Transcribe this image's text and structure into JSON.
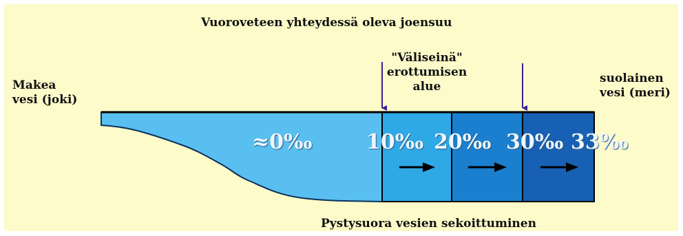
{
  "title": "Vuoroveteen yhteydessä oleva joensuu",
  "left_label": {
    "line1": "Makea",
    "line2": "vesi (joki)"
  },
  "right_label": {
    "line1": "suolainen",
    "line2": "vesi (meri)"
  },
  "middle_label": {
    "line1": "\"Väliseinä\"",
    "line2": "erottumisen",
    "line3": "alue"
  },
  "bottom_label": "Pystysuora vesien sekoittuminen",
  "salinity": [
    "≈0‰",
    "10‰",
    "20‰",
    "30‰",
    "33‰"
  ],
  "colors": {
    "background": "#fcfbc9",
    "river_water": "#59bff0",
    "zone1": "#2fa8e6",
    "zone2": "#1a7fcf",
    "zone3": "#1760b4",
    "zone4": "#1e4b9b",
    "pointer_arrow": "#3a1f9a"
  }
}
